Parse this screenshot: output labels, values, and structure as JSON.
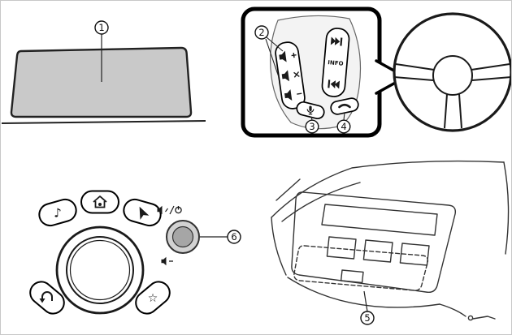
{
  "labels": {
    "info": "INFO"
  },
  "callouts": {
    "display": "1",
    "audio_remote_switches": "2",
    "talk_button": "3",
    "hang_up_button": "4",
    "microphone": "5",
    "volume_knob": "6"
  },
  "icons": {
    "music": "♪",
    "favorites": "☆",
    "volume_up": "speaker-plus",
    "mute": "speaker-x",
    "volume_down": "speaker-minus",
    "seek_forward": "next-track",
    "seek_back": "prev-track",
    "talk": "microphone",
    "hang_up": "phone-down",
    "home": "house-pin",
    "navigate": "location-arrow",
    "back": "return-arrow",
    "mute_power": "mute-slash-power"
  },
  "colors": {
    "outline": "#1a1a1a",
    "screen_fill": "#c9c9c9",
    "pod_fill": "#f3f3f3",
    "button_fill": "#ffffff",
    "knob_outer_fill": "#d2d2d2",
    "knob_inner_fill": "#a6a6a6"
  }
}
